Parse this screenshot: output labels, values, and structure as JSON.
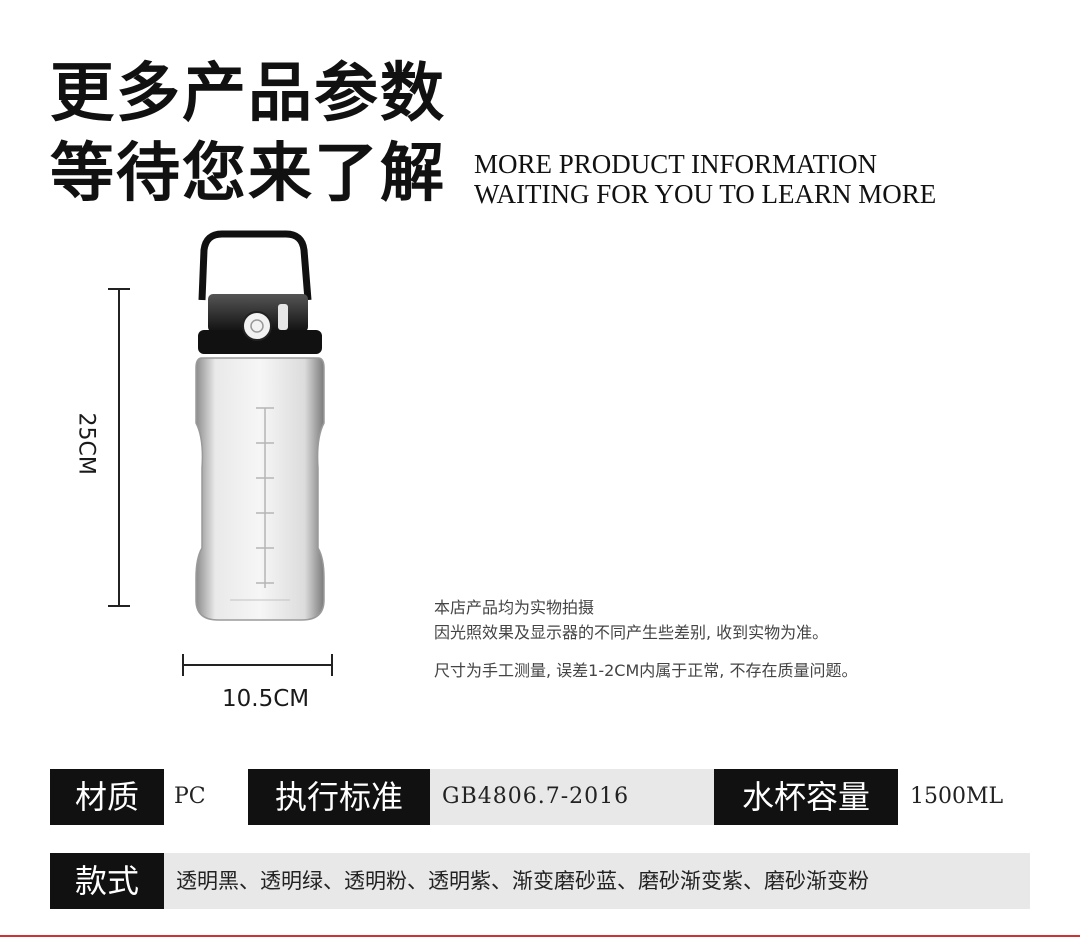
{
  "heading": {
    "cn_line1": "更多产品参数",
    "cn_line2": "等待您来了解",
    "en_line1": "MORE PRODUCT INFORMATION",
    "en_line2": "WAITING FOR YOU TO LEARN MORE"
  },
  "dimensions": {
    "height": "25CM",
    "width": "10.5CM"
  },
  "notes": [
    "本店产品均为实物拍摄",
    "因光照效果及显示器的不同产生些差别, 收到实物为准。",
    "尺寸为手工测量, 误差1-2CM内属于正常, 不存在质量问题。"
  ],
  "specs": {
    "material_label": "材质",
    "material_value": "PC",
    "standard_label": "执行标准",
    "standard_value": "GB4806.7-2016",
    "capacity_label": "水杯容量",
    "capacity_value": "1500ML",
    "style_label": "款式",
    "style_value": "透明黑、透明绿、透明粉、透明紫、渐变磨砂蓝、磨砂渐变紫、磨砂渐变粉"
  },
  "colors": {
    "label_bg": "#111111",
    "row_bg": "#e8e8e8",
    "accent_line": "#cc3333"
  }
}
